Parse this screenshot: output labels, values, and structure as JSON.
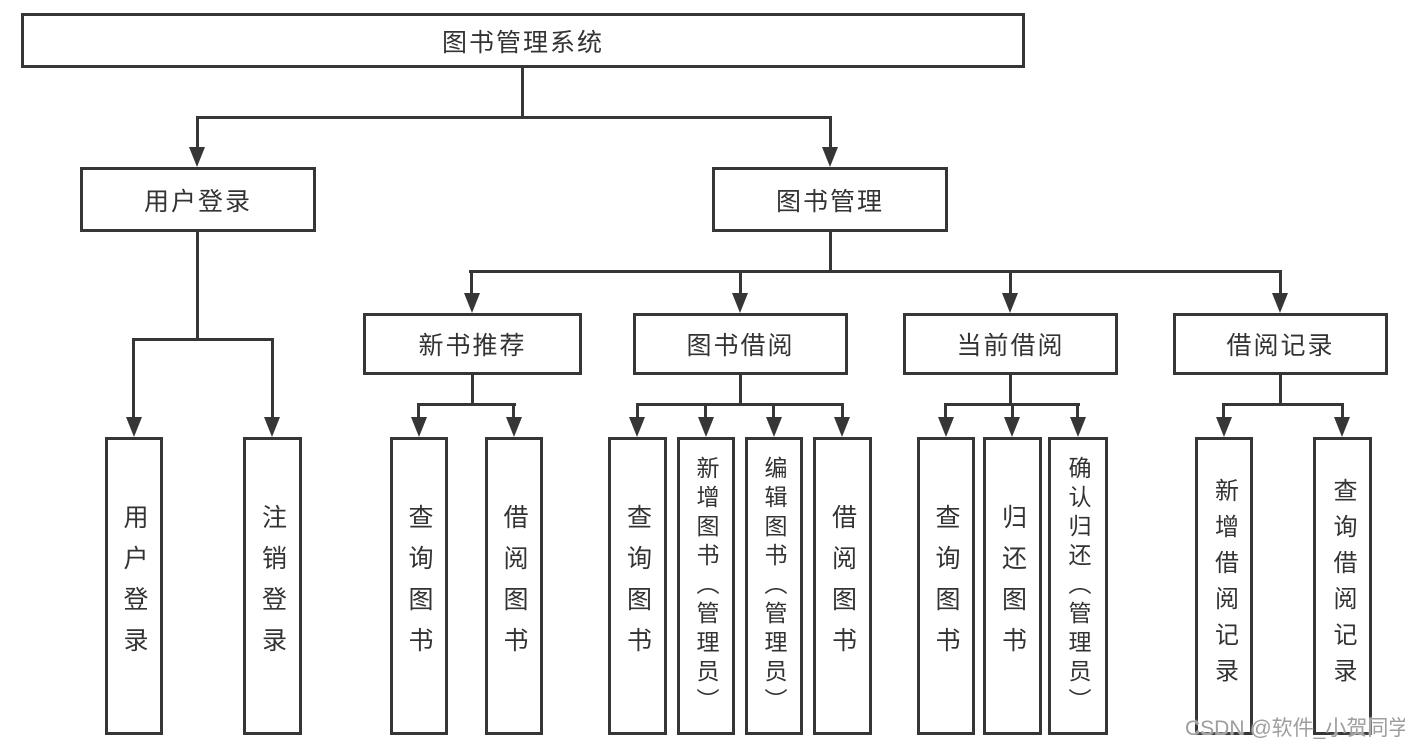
{
  "diagram": {
    "title": "图书管理系统",
    "level2": {
      "user_login": "用户登录",
      "book_mgmt": "图书管理"
    },
    "level3": {
      "new_book_rec": "新书推荐",
      "book_borrow": "图书借阅",
      "current_borrow": "当前借阅",
      "borrow_records": "借阅记录"
    },
    "leaves": {
      "user_login": "用户登录",
      "logout": "注销登录",
      "rec_query_book": "查询图书",
      "rec_borrow_book": "借阅图书",
      "bb_query_book": "查询图书",
      "bb_add_book_admin": "新增图书（管理员）",
      "bb_edit_book_admin": "编辑图书（管理员）",
      "bb_borrow_book": "借阅图书",
      "cur_query_book": "查询图书",
      "cur_return_book": "归还图书",
      "cur_confirm_return_admin": "确认归还（管理员）",
      "rec_add_record": "新增借阅记录",
      "rec_query_record": "查询借阅记录"
    }
  },
  "watermark": "CSDN @软件_小贺同学",
  "colors": {
    "line": "#363636",
    "text": "#333333",
    "watermark": "#9e9e9e",
    "background": "#ffffff"
  }
}
